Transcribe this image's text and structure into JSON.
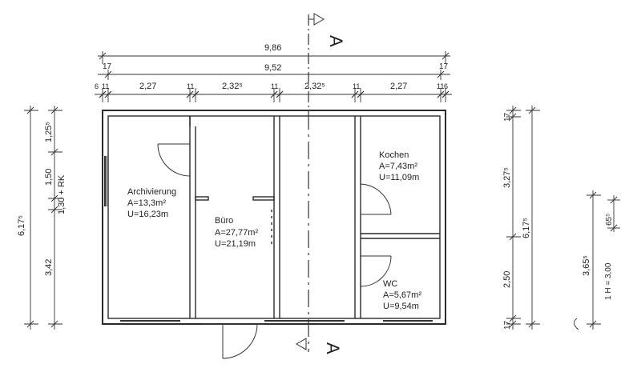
{
  "section": {
    "marker": "A"
  },
  "dims_top": {
    "overall": "9,86",
    "inner": "9,52",
    "segments": [
      "6",
      "11",
      "2,27",
      "11",
      "2,32⁵",
      "11",
      "2,32⁵",
      "11",
      "2,27",
      "11",
      "6"
    ],
    "left_small": "17",
    "right_small": "17"
  },
  "dims_left": {
    "overall": "6,17⁵",
    "parts": [
      "1,25⁵",
      "1,50",
      "1,30 + RK",
      "3,42"
    ]
  },
  "dims_right": {
    "total": "6,17⁵",
    "parts": [
      "17",
      "3,27⁵",
      "2,50",
      "17"
    ]
  },
  "stairs": {
    "height": "3,65⁵",
    "rise": "1 H = 3,00",
    "small": "65⁵"
  },
  "rooms": [
    {
      "name": "Archivierung",
      "area": "A=13,3m²",
      "perimeter": "U=16,23m"
    },
    {
      "name": "Büro",
      "area": "A=27,77m²",
      "perimeter": "U=21,19m"
    },
    {
      "name": "Kochen",
      "area": "A=7,43m²",
      "perimeter": "U=11,09m"
    },
    {
      "name": "WC",
      "area": "A=5,67m²",
      "perimeter": "U=9,54m"
    }
  ]
}
